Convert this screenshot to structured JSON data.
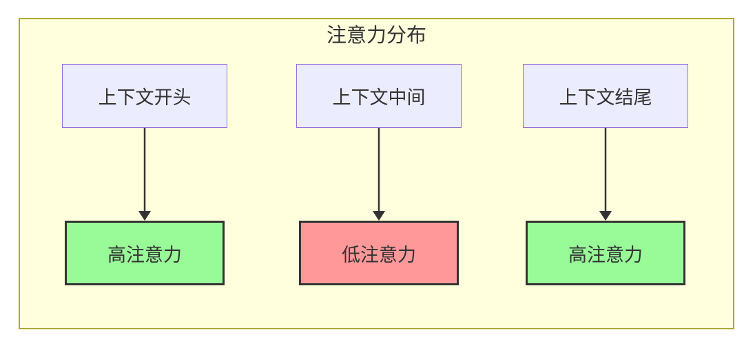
{
  "diagram": {
    "title": "注意力分布",
    "container": {
      "fill": "#FFFFDE",
      "border": "#AAAA33"
    },
    "arrow_color": "#333333",
    "source_style": {
      "fill": "#ECECFF",
      "border": "#9370DB"
    },
    "columns": [
      {
        "source": {
          "label": "上下文开头"
        },
        "target": {
          "label": "高注意力",
          "fill": "#98FB98",
          "border": "#333333"
        }
      },
      {
        "source": {
          "label": "上下文中间"
        },
        "target": {
          "label": "低注意力",
          "fill": "#FF9999",
          "border": "#333333"
        }
      },
      {
        "source": {
          "label": "上下文结尾"
        },
        "target": {
          "label": "高注意力",
          "fill": "#98FB98",
          "border": "#333333"
        }
      }
    ]
  }
}
